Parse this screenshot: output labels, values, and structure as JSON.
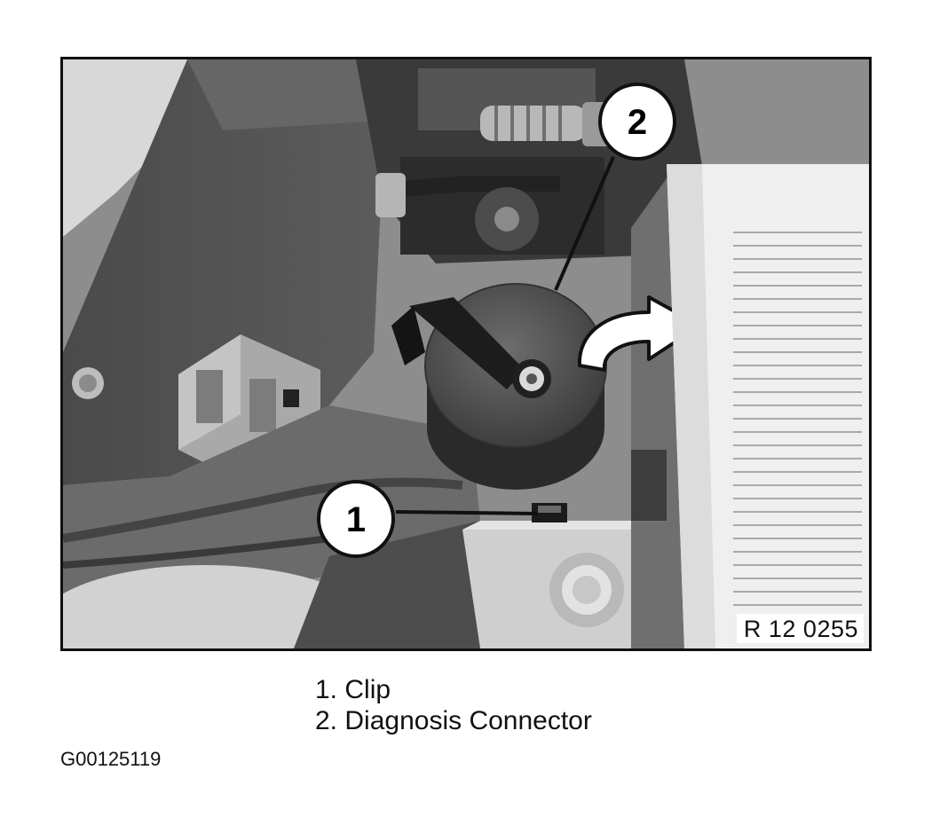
{
  "figure": {
    "callouts": [
      {
        "number": "1"
      },
      {
        "number": "2"
      }
    ],
    "reference_code": "R 12 0255",
    "legend": [
      {
        "number": "1.",
        "label": "Clip"
      },
      {
        "number": "2.",
        "label": "Diagnosis Connector"
      }
    ],
    "figure_id": "G00125119"
  }
}
